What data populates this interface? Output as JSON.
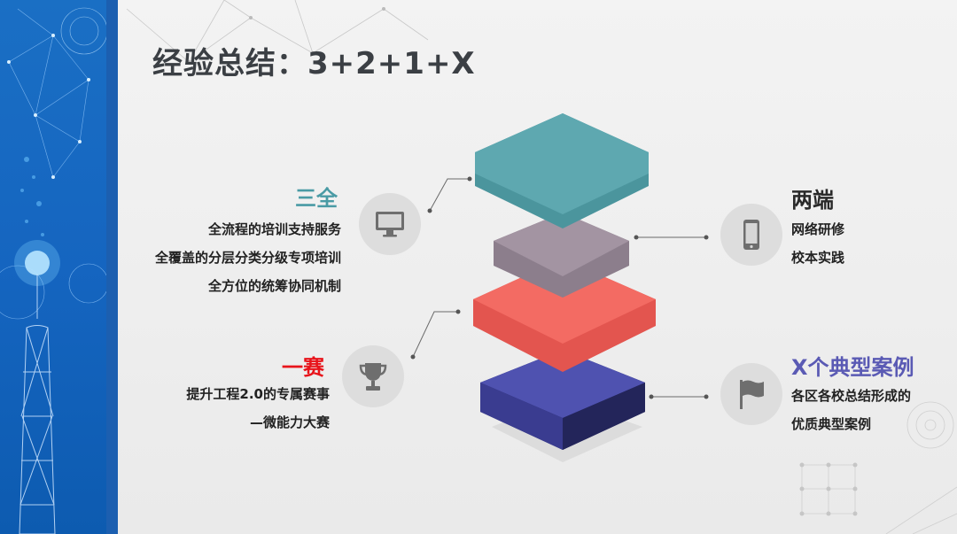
{
  "title": "经验总结：3+2+1+X",
  "left_top": {
    "heading": "三全",
    "lines": [
      "全流程的培训支持服务",
      "全覆盖的分层分类分级专项培训",
      "全方位的统筹协同机制"
    ],
    "icon": "monitor-icon"
  },
  "left_bottom": {
    "heading": "一赛",
    "lines": [
      "提升工程2.0的专属赛事",
      "—微能力大赛"
    ],
    "icon": "trophy-icon"
  },
  "right_top": {
    "heading": "两端",
    "lines": [
      "网络研修",
      "校本实践"
    ],
    "icon": "smartphone-icon"
  },
  "right_bottom": {
    "heading": "X个典型案例",
    "lines": [
      "各区各校总结形成的",
      "优质典型案例"
    ],
    "icon": "flag-icon"
  },
  "colors": {
    "heading_teal": "#4a9ba5",
    "heading_red": "#e8141b",
    "heading_dark": "#2a2a2a",
    "heading_purple": "#5a5ab4",
    "layer_teal": "#5ea8b0",
    "layer_gray": "#9e8f9e",
    "layer_coral": "#f0665f",
    "layer_navy": "#3c3e8e",
    "left_band": "#1565c0"
  }
}
